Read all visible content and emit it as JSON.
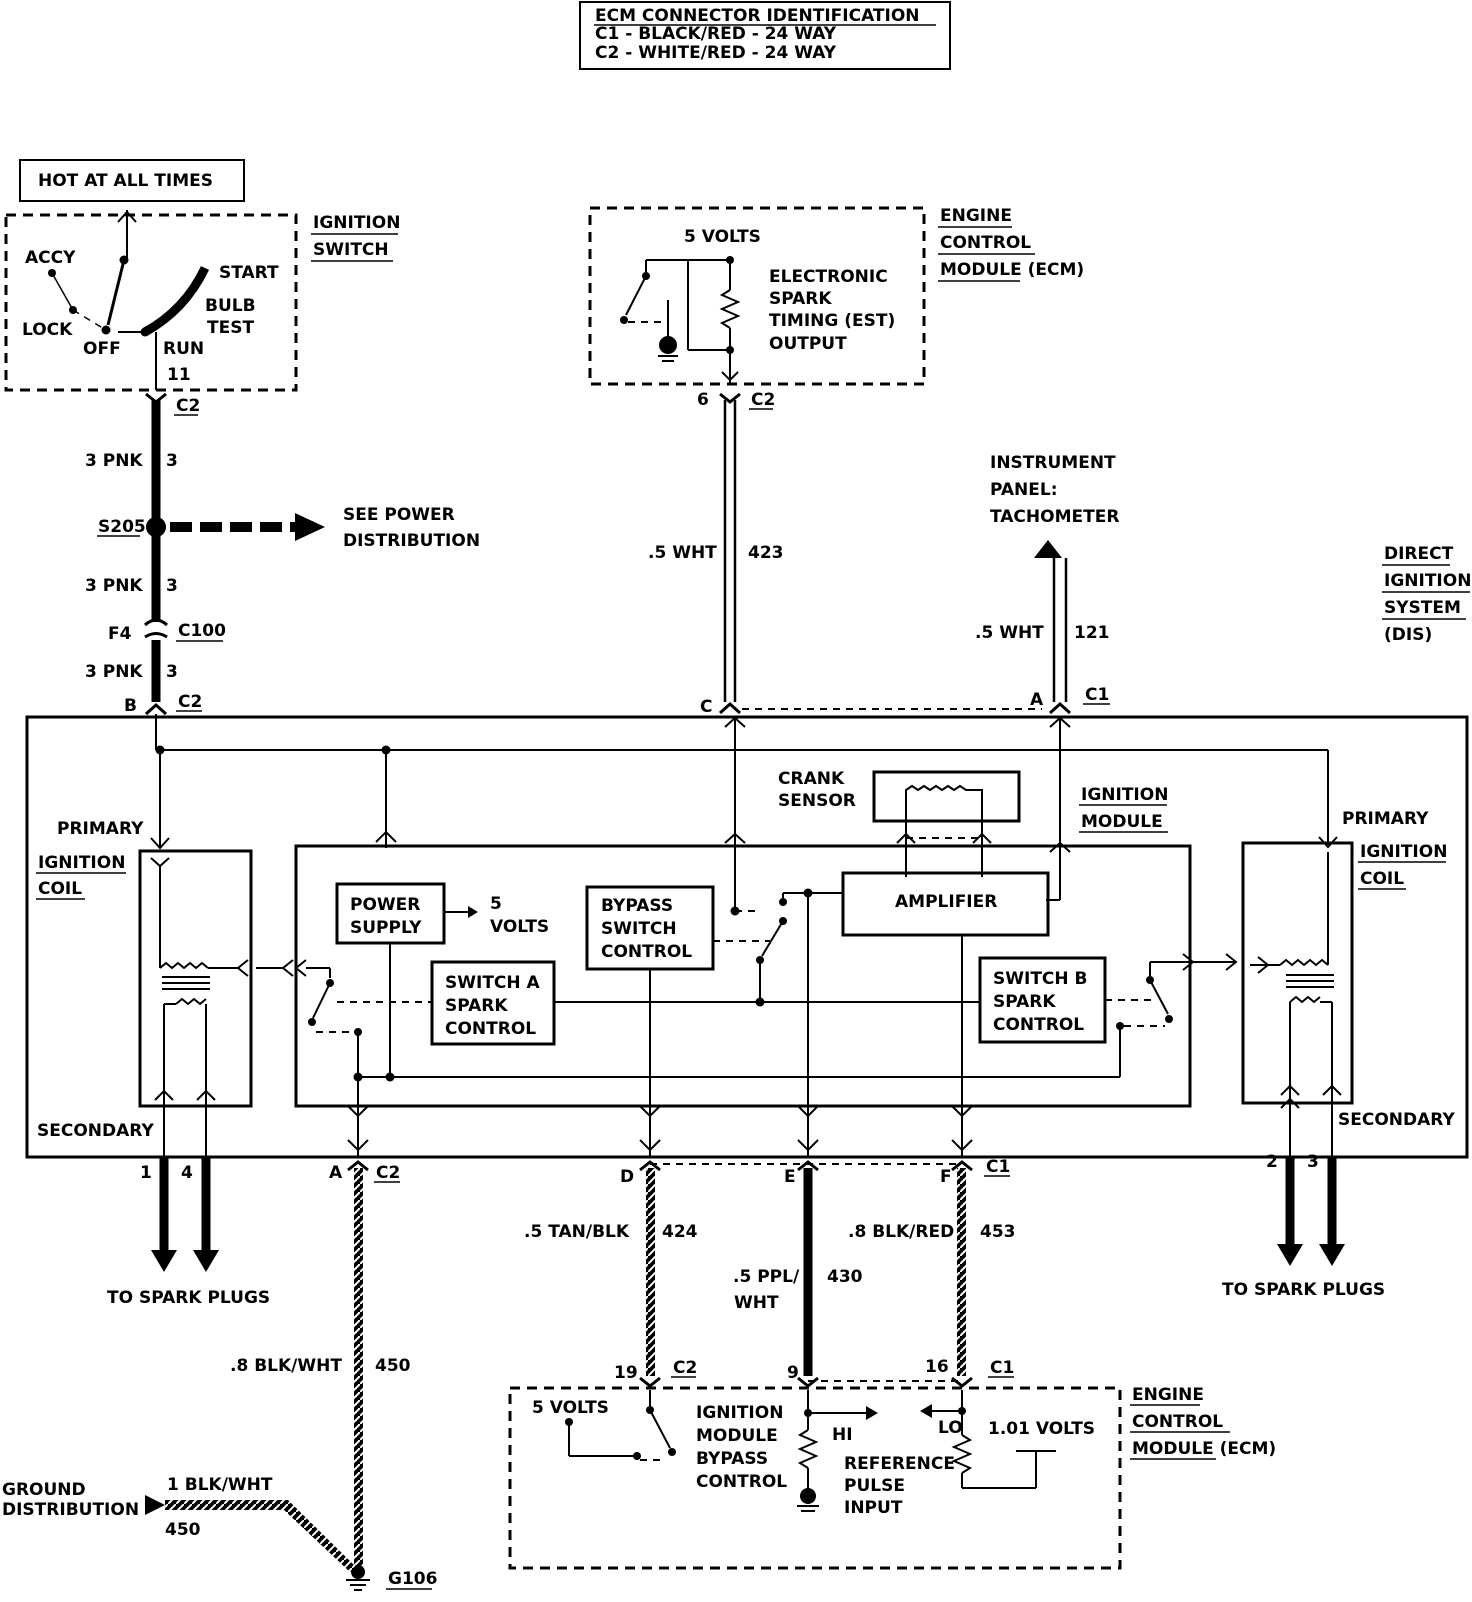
{
  "legend": {
    "title": "ECM CONNECTOR IDENTIFICATION",
    "c1": "C1 - BLACK/RED - 24 WAY",
    "c2": "C2 - WHITE/RED - 24 WAY"
  },
  "hot_label": "HOT AT ALL TIMES",
  "ignition_switch": {
    "title1": "IGNITION",
    "title2": "SWITCH",
    "accy": "ACCY",
    "lock": "LOCK",
    "off": "OFF",
    "run": "RUN",
    "start": "START",
    "bulb": "BULB",
    "test": "TEST",
    "pin": "11",
    "conn": "C2"
  },
  "ecm_top": {
    "title1": "ENGINE",
    "title2": "CONTROL",
    "title3": "MODULE (ECM)",
    "volts": "5 VOLTS",
    "est1": "ELECTRONIC",
    "est2": "SPARK",
    "est3": "TIMING (EST)",
    "est4": "OUTPUT",
    "pin": "6",
    "conn": "C2"
  },
  "wires": {
    "w3pnk": "3 PNK",
    "w3": "3",
    "s205": "S205",
    "see1": "SEE POWER",
    "see2": "DISTRIBUTION",
    "f4": "F4",
    "c100": "C100",
    "b": "B",
    "c2": "C2",
    "wht423a": ".5 WHT",
    "wht423b": "423",
    "pinC": "C",
    "pinA_top": "A",
    "c1": "C1",
    "wht121a": ".5 WHT",
    "wht121b": "121",
    "inst1": "INSTRUMENT",
    "inst2": "PANEL:",
    "inst3": "TACHOMETER"
  },
  "dis": {
    "t1": "DIRECT",
    "t2": "IGNITION",
    "t3": "SYSTEM",
    "t4": "(DIS)"
  },
  "module": {
    "crank1": "CRANK",
    "crank2": "SENSOR",
    "ign1": "IGNITION",
    "ign2": "MODULE",
    "primary": "PRIMARY",
    "ignition": "IGNITION",
    "coil": "COIL",
    "secondary": "SECONDARY",
    "ps1": "POWER",
    "ps2": "SUPPLY",
    "v5a": "5",
    "v5b": "VOLTS",
    "bp1": "BYPASS",
    "bp2": "SWITCH",
    "bp3": "CONTROL",
    "amp": "AMPLIFIER",
    "sa1": "SWITCH A",
    "sa2": "SPARK",
    "sa3": "CONTROL",
    "sb1": "SWITCH B",
    "sb2": "SPARK",
    "sb3": "CONTROL"
  },
  "bottom": {
    "p1": "1",
    "p4": "4",
    "p2": "2",
    "p3": "3",
    "spark": "TO SPARK PLUGS",
    "pinA": "A",
    "c2": "C2",
    "pinD": "D",
    "pinE": "E",
    "pinF": "F",
    "c1": "C1",
    "w424a": ".5 TAN/BLK",
    "w424b": "424",
    "w430a": ".5 PPL/",
    "w430b": "WHT",
    "w430c": "430",
    "w453a": ".8 BLK/RED",
    "w453b": "453",
    "w450a": ".8 BLK/WHT",
    "w450b": "450",
    "gnd1": "GROUND",
    "gnd2": "DISTRIBUTION",
    "gw1": "1 BLK/WHT",
    "gw2": "450",
    "g106": "G106",
    "p19": "19",
    "p9": "9",
    "p16": "16"
  },
  "ecm_bottom": {
    "title1": "ENGINE",
    "title2": "CONTROL",
    "title3": "MODULE (ECM)",
    "volts": "5 VOLTS",
    "imb1": "IGNITION",
    "imb2": "MODULE",
    "imb3": "BYPASS",
    "imb4": "CONTROL",
    "hi": "HI",
    "lo": "LO",
    "v101": "1.01 VOLTS",
    "ref1": "REFERENCE",
    "ref2": "PULSE",
    "ref3": "INPUT"
  }
}
